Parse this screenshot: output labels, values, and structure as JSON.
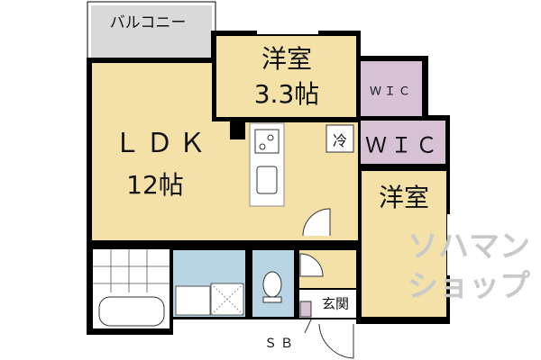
{
  "rooms": {
    "balcony": "バルコニー",
    "ldk": "ＬＤＫ",
    "ldk_size": "12帖",
    "western_room_small": "洋室",
    "western_room_small_size": "3.3帖",
    "wic_small": "ＷＩＣ",
    "wic_large": "ＷＩＣ",
    "fridge": "冷",
    "western_room": "洋室",
    "entrance": "玄関",
    "shoebox": "ＳＢ"
  },
  "watermark": "ソハマン ショップ",
  "colors": {
    "room": "#f3e1a8",
    "balcony": "#d9d9d9",
    "wic": "#d6c2d4",
    "wet": "#b9d4e2",
    "wall": "#000000"
  }
}
